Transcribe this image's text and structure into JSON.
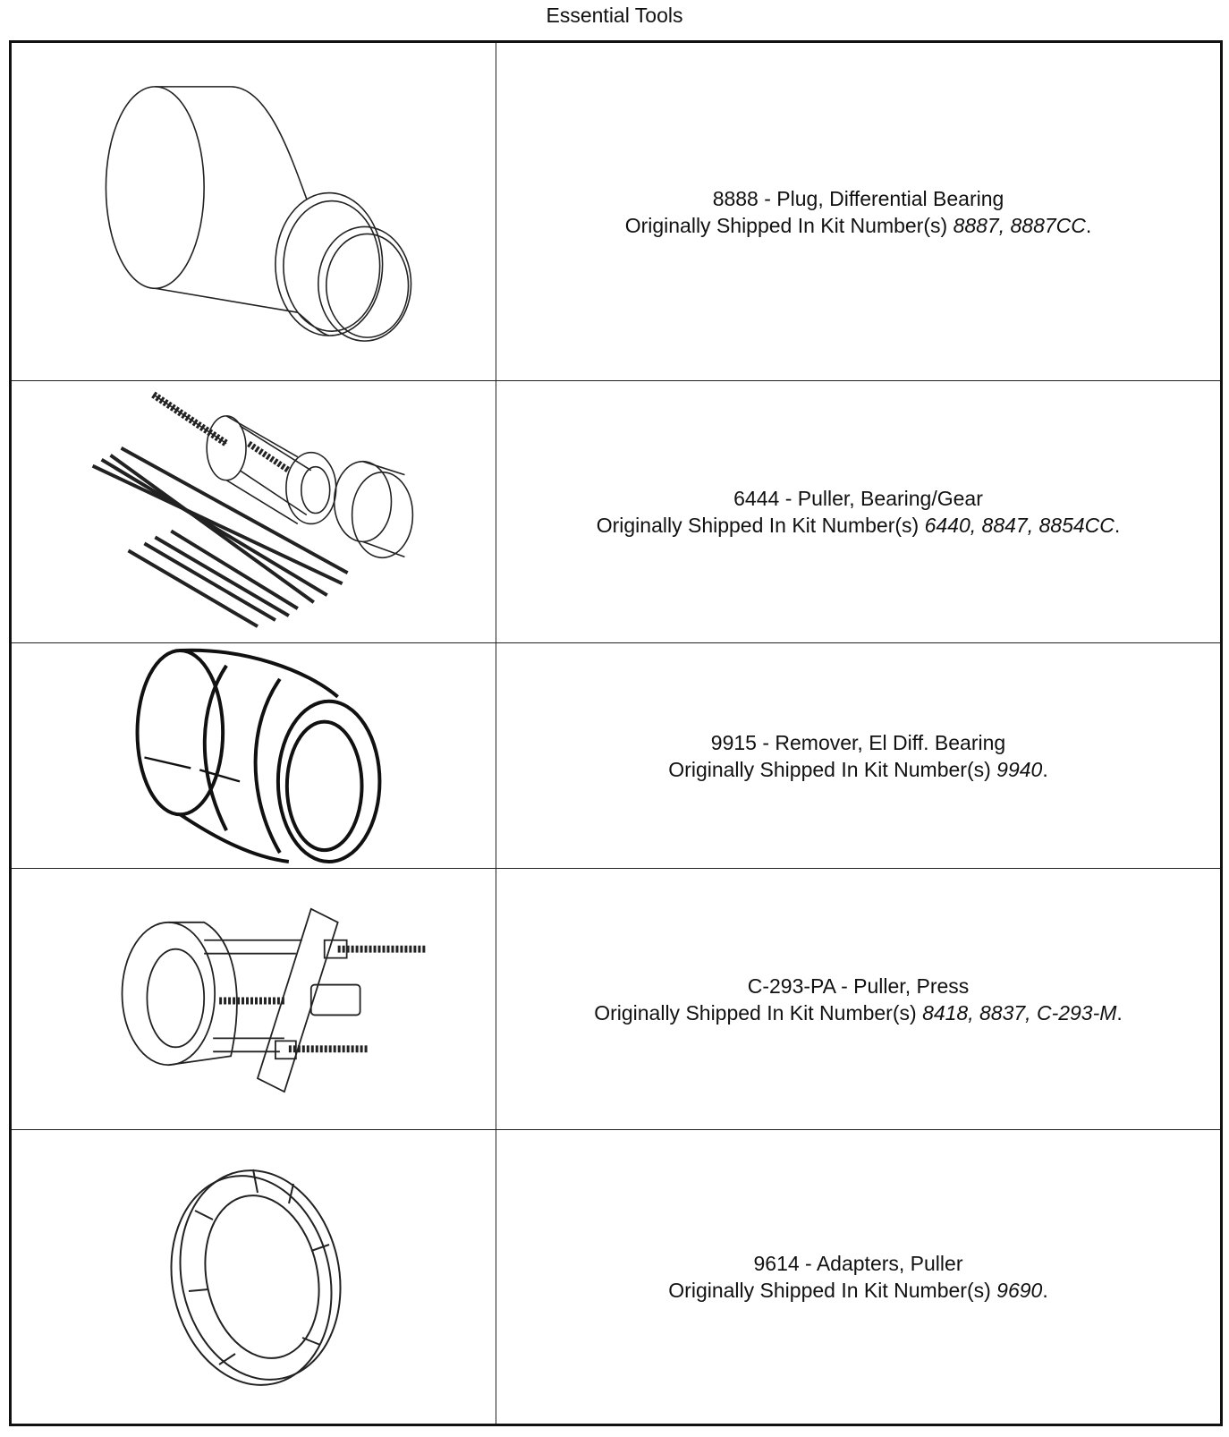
{
  "page": {
    "title": "Essential Tools"
  },
  "tools": [
    {
      "name_line": "8888 - Plug, Differential Bearing",
      "kit_prefix": "Originally Shipped In Kit Number(s) ",
      "kits": "8887, 8887CC",
      "suffix": ".",
      "icon": "differential-bearing-plug-icon"
    },
    {
      "name_line": "6444 - Puller, Bearing/Gear",
      "kit_prefix": "Originally Shipped In Kit Number(s) ",
      "kits": "6440, 8847, 8854CC",
      "suffix": ".",
      "icon": "bearing-gear-puller-icon"
    },
    {
      "name_line": "9915 - Remover, El Diff. Bearing",
      "kit_prefix": "Originally Shipped In Kit Number(s) ",
      "kits": "9940",
      "suffix": ".",
      "icon": "diff-bearing-remover-icon"
    },
    {
      "name_line": "C-293-PA - Puller, Press",
      "kit_prefix": "Originally Shipped In Kit Number(s) ",
      "kits": "8418, 8837, C-293-M",
      "suffix": ".",
      "icon": "press-puller-icon"
    },
    {
      "name_line": "9614 - Adapters, Puller",
      "kit_prefix": "Originally Shipped In Kit Number(s) ",
      "kits": "9690",
      "suffix": ".",
      "icon": "puller-adapters-icon"
    }
  ]
}
